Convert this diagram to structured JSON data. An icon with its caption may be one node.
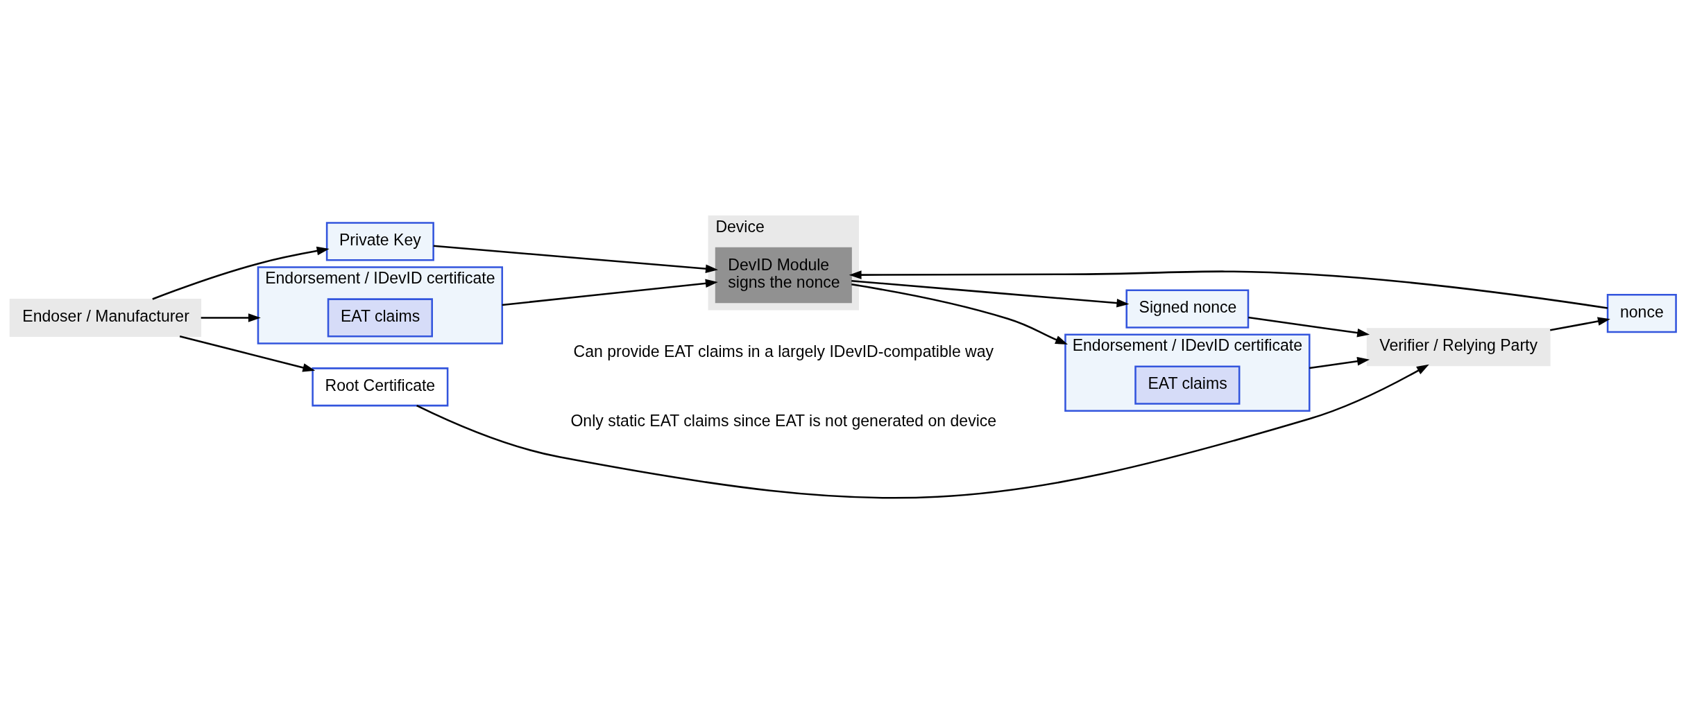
{
  "diagram": {
    "nodes": [
      {
        "text": [
          "Device"
        ]
      },
      {
        "text": [
          "DevID Module",
          "signs the nonce"
        ],
        "in": 0
      },
      {
        "text": [
          "nonce"
        ]
      },
      {
        "text": [
          "Signed nonce"
        ]
      },
      {
        "text": [
          "Endorsement / IDevID certificate"
        ]
      },
      {
        "text": [
          "EAT claims"
        ],
        "in": 4
      },
      {
        "text": [
          "Verifier / Relying Party"
        ]
      },
      {
        "text": [
          "Private Key"
        ]
      },
      {
        "text": [
          "Endorsement / IDevID certificate"
        ]
      },
      {
        "text": [
          "EAT claims"
        ],
        "in": 8
      },
      {
        "text": [
          "Endoser / Manufacturer"
        ]
      },
      {
        "text": [
          "Root Certificate"
        ]
      }
    ],
    "edges": [
      {
        "from": 6,
        "to": 2,
        "arrow": "to"
      },
      {
        "from": 2,
        "to": 1,
        "arrow": "to"
      },
      {
        "from": 1,
        "to": 3,
        "arrow": "to"
      },
      {
        "from": 3,
        "to": 6,
        "arrow": "to"
      },
      {
        "from": 1,
        "to": 4,
        "arrow": "to"
      },
      {
        "from": 4,
        "to": 6,
        "arrow": "to"
      },
      {
        "from": 7,
        "to": 1,
        "arrow": "to"
      },
      {
        "from": 8,
        "to": 1,
        "arrow": "to"
      },
      {
        "from": 10,
        "to": 7,
        "arrow": "to"
      },
      {
        "from": 10,
        "to": 8,
        "arrow": "to"
      },
      {
        "from": 10,
        "to": 11,
        "arrow": "to"
      },
      {
        "from": 11,
        "to": 6,
        "arrow": "to"
      }
    ],
    "labels": [
      "Can provide EAT claims in a largely IDevID-compatible way",
      "Only static EAT claims since EAT is not generated on device"
    ]
  }
}
